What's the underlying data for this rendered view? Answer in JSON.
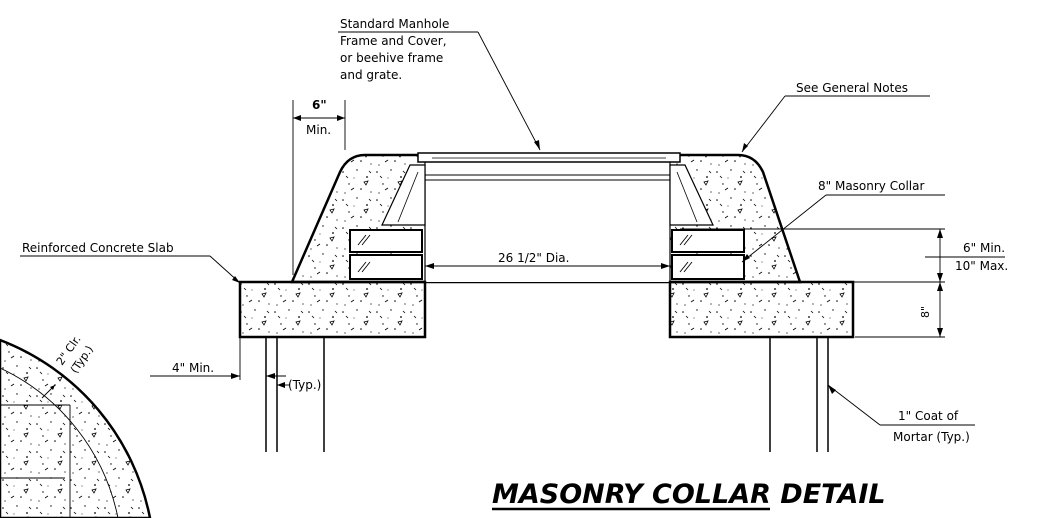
{
  "drawing": {
    "title": "MASONRY COLLAR DETAIL",
    "labels": {
      "manhole": [
        "Standard Manhole",
        "Frame and Cover,",
        "or beehive frame",
        "and grate."
      ],
      "general_notes": "See General Notes",
      "six_inch": "6\"",
      "min": "Min.",
      "masonry_collar": "8\" Masonry Collar",
      "slab": "Reinforced Concrete Slab",
      "diameter": "26 1/2\" Dia.",
      "collar_height_min": "6\" Min.",
      "collar_height_max": "10\" Max.",
      "slab_thickness": "8\"",
      "four_inch": "4\" Min.",
      "typ": "(Typ.)",
      "clr": "2\" Clr.",
      "clr_typ": "(Typ.)",
      "mortar": [
        "1\" Coat of",
        "Mortar (Typ.)"
      ]
    }
  }
}
